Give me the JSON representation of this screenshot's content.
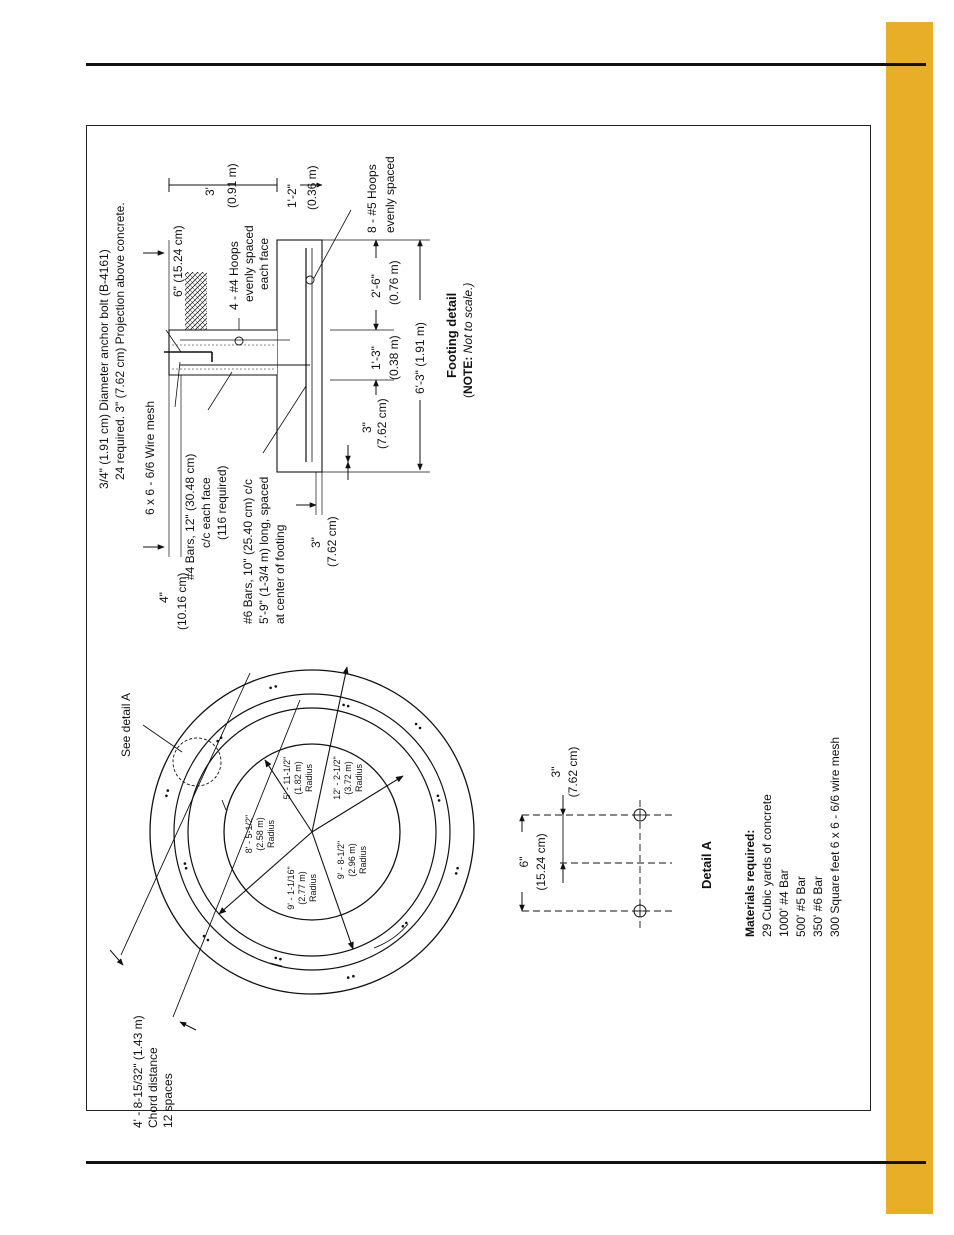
{
  "page": {
    "tab_color": "#e8ae28"
  },
  "labels": {
    "see_detail_a": "See detail A",
    "chord_1": "4' - 8-15/32\" (1.43 m)",
    "chord_2": "Chord distance",
    "chord_3": "12 spaces",
    "r1_a": "8' - 5-1/2\"",
    "r1_b": "(2.58 m)",
    "r1_c": "Radius",
    "r2_a": "5' - 11-1/2\"",
    "r2_b": "(1.82 m)",
    "r2_c": "Radius",
    "r3_a": "9' - 1-1/16\"",
    "r3_b": "(2.77 m)",
    "r3_c": "Radius",
    "r4_a": "9' - 8-1/2\"",
    "r4_b": "(2.96 m)",
    "r4_c": "Radius",
    "r5_a": "12' - 2-1/2\"",
    "r5_b": "(3.72 m)",
    "r5_c": "Radius",
    "det_6a": "6\"",
    "det_6b": "(15.24 cm)",
    "det_3a": "3\"",
    "det_3b": "(7.62 cm)",
    "detail_a_title": "Detail A",
    "materials_title": "Materials required:",
    "materials": [
      "29 Cubic yards of concrete",
      "1000' #4 Bar",
      "500' #5 Bar",
      "350' #6 Bar",
      "300 Square feet 6 x 6 - 6/6 wire mesh"
    ],
    "bolt_1": "3/4\" (1.91 cm) Diameter anchor bolt (B-4161)",
    "bolt_2": "24 required. 3\" (7.62 cm) Projection above concrete.",
    "mesh": "6 x 6 - 6/6 Wire mesh",
    "bars4_1": "#4 Bars, 12\" (30.48 cm)",
    "bars4_2": "c/c each face",
    "bars4_3": "(116 required)",
    "bars6_1": "#6 Bars, 10\" (25.40 cm) c/c",
    "bars6_2": "5'-9\" (1-3/4 m) long, spaced",
    "bars6_3": "at center of footing",
    "dim4_a": "4\"",
    "dim4_b": "(10.16 cm)",
    "dim3l_a": "3\"",
    "dim3l_b": "(7.62 cm)",
    "dim3r_a": "3\"",
    "dim3r_b": "(7.62 cm)",
    "dim6_a": "6\" (15.24 cm)",
    "hoops4_1": "4 - #4 Hoops",
    "hoops4_2": "evenly spaced",
    "hoops4_3": "each face",
    "dim3ft_a": "3'",
    "dim3ft_b": "(0.91 m)",
    "dim12_a": "1'-2\"",
    "dim12_b": "(0.36 m)",
    "hoops5_1": "8 - #5 Hoops",
    "hoops5_2": "evenly spaced",
    "dim13_a": "1'-3\"",
    "dim13_b": "(0.38 m)",
    "dim26_a": "2'-6\"",
    "dim26_b": "(0.76 m)",
    "dim63": "6'-3\" (1.91 m)",
    "footing_title": "Footing detail",
    "note_label": "NOTE:",
    "note_text": " Not to scale.)",
    "note_open": "("
  }
}
